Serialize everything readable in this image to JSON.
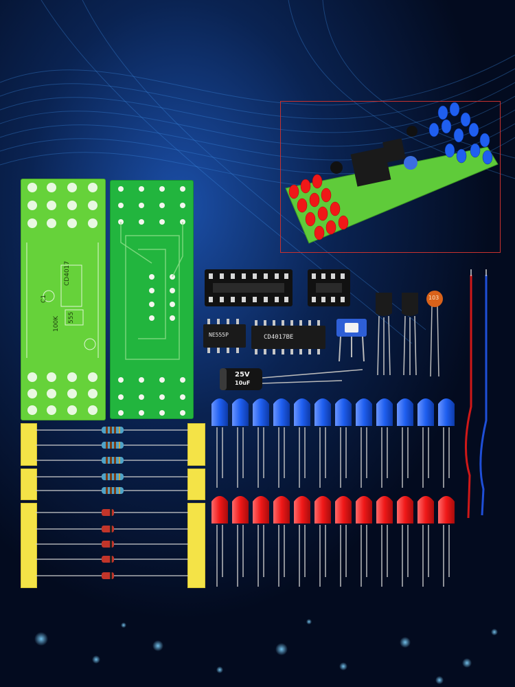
{
  "product": {
    "pcb_front_chip_label": "CD4017",
    "pcb_front_timer_label": "555",
    "pcb_front_cap_label": "C1",
    "pcb_front_res_label": "100K",
    "ic_small_marking": "NE555P",
    "ic_large_marking": "CD4017BE",
    "electrolytic_cap_voltage": "25V",
    "electrolytic_cap_value": "10uF",
    "ceramic_cap_marking": "103"
  },
  "colors": {
    "background": "#030b1f",
    "pcb_green": "#66d23a",
    "led_blue": "#1f5ff0",
    "led_red": "#f01818",
    "frame_red": "#c9322f",
    "wire_red": "#d01818",
    "wire_blue": "#1f4fd8"
  },
  "components": {
    "blue_led_count": 12,
    "red_led_count": 12,
    "resistor_count": 5,
    "diode_count": 5
  }
}
